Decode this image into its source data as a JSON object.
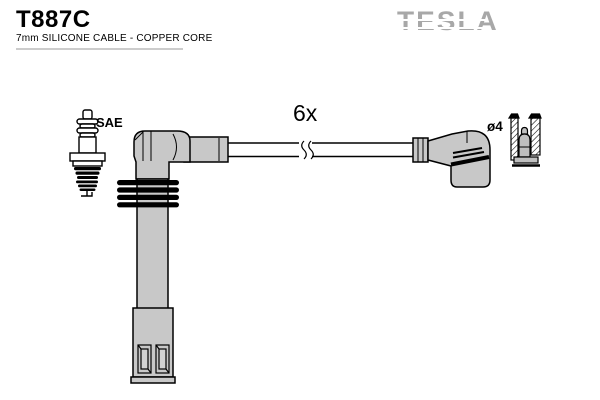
{
  "header": {
    "part_number": "T887C",
    "description": "7mm SILICONE CABLE - COPPER CORE",
    "brand": "TESLA"
  },
  "diagram": {
    "quantity": "6x",
    "spark_plug_standard": "SAE",
    "terminal_diameter": "ø4",
    "icons": [
      "spark-plug-icon",
      "plug-boot-icon",
      "cable-icon",
      "cable-break-icon",
      "coil-boot-icon",
      "terminal-socket-icon"
    ]
  },
  "colors": {
    "background": "#ffffff",
    "logo_gray": "#a8a8a8",
    "outline_black": "#000000",
    "rubber_gray": "#c8c8c8",
    "metal_gray": "#bfbfbf",
    "underline_gray": "#cccccc"
  }
}
